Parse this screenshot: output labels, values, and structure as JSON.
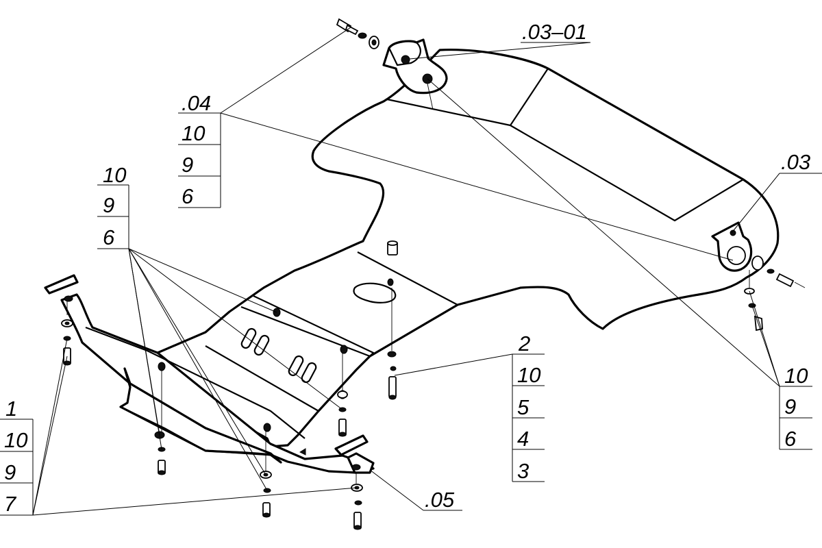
{
  "callouts": {
    "c0304": [
      ".04",
      "10",
      "9",
      "6"
    ],
    "c0301": [
      ".03–01"
    ],
    "c03": [
      ".03"
    ],
    "cleft": [
      "10",
      "9",
      "6"
    ],
    "c2": [
      "2",
      "10",
      "5",
      "4",
      "3"
    ],
    "cright": [
      "10",
      "9",
      "6"
    ],
    "c1": [
      "1",
      "10",
      "9",
      "7"
    ],
    "c05": [
      ".05"
    ]
  }
}
